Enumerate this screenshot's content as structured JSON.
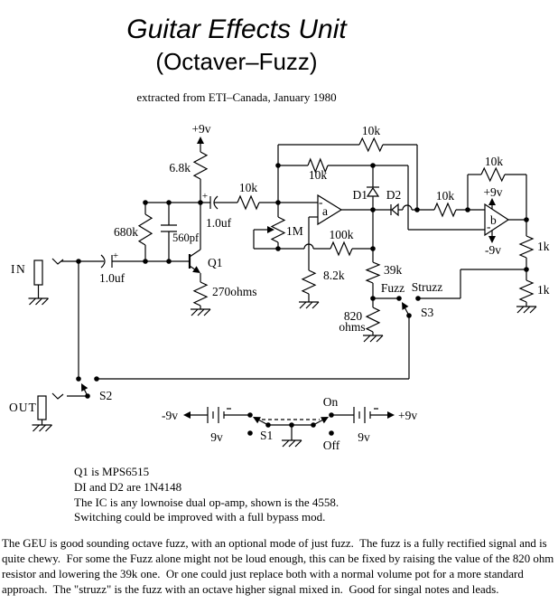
{
  "header": {
    "title": "Guitar Effects Unit",
    "subtitle": "(Octaver–Fuzz)",
    "credit": "extracted from ETI–Canada, January 1980"
  },
  "schematic": {
    "power": {
      "vcc_q1": "+9v",
      "vcc_b": "+9v",
      "vee_b": "-9v",
      "vee_rail": "-9v",
      "vcc_rail": "+9v"
    },
    "components": {
      "r_6k8": "6.8k",
      "r_680k": "680k",
      "c_560pf": "560pf",
      "c_in": "1.0uf",
      "c_coupling": "1.0uf",
      "plus": "+",
      "r_10k_in": "10k",
      "q1": "Q1",
      "r_270": "270ohms",
      "r_1m": "1M",
      "r_10k_fb_top": "10k",
      "r_10k_fb_mid": "10k",
      "r_100k": "100k",
      "r_8k2": "8.2k",
      "d1": "D1",
      "d2": "D2",
      "r_39k": "39k",
      "r_820_value": "820",
      "r_820_unit": "ohms",
      "r_10k_b_in": "10k",
      "r_10k_b_fb": "10k",
      "r_1k_upper": "1k",
      "r_1k_lower": "1k",
      "opamp_a": "a",
      "opamp_b": "b",
      "minus": "-",
      "battery_left": "9v",
      "battery_right": "9v"
    },
    "ports": {
      "input": "IN",
      "output": "OUT"
    },
    "switches": {
      "s1": "S1",
      "s2": "S2",
      "s3": "S3",
      "on": "On",
      "off": "Off",
      "fuzz": "Fuzz",
      "struzz": "Struzz"
    }
  },
  "notes": {
    "lines": [
      "Q1 is MPS6515",
      "DI and D2 are 1N4148",
      "The IC is any lownoise dual op-amp, shown is the 4558.",
      "Switching could be improved with a full bypass mod."
    ]
  },
  "description": {
    "lines": [
      "The GEU is good sounding octave fuzz, with an optional mode of just fuzz.  The fuzz is a fully rectified signal and is",
      "quite chewy.  For some the Fuzz alone might not be loud enough, this can be fixed by raising the value of the 820 ohm",
      "resistor and lowering the 39k one.  Or one could just replace both with a normal volume pot for a more standard",
      "approach.  The \"struzz\" is the fuzz with an octave higher signal mixed in.  Good for singal notes and leads."
    ]
  },
  "colors": {
    "ink": "#000000",
    "paper": "#ffffff"
  }
}
